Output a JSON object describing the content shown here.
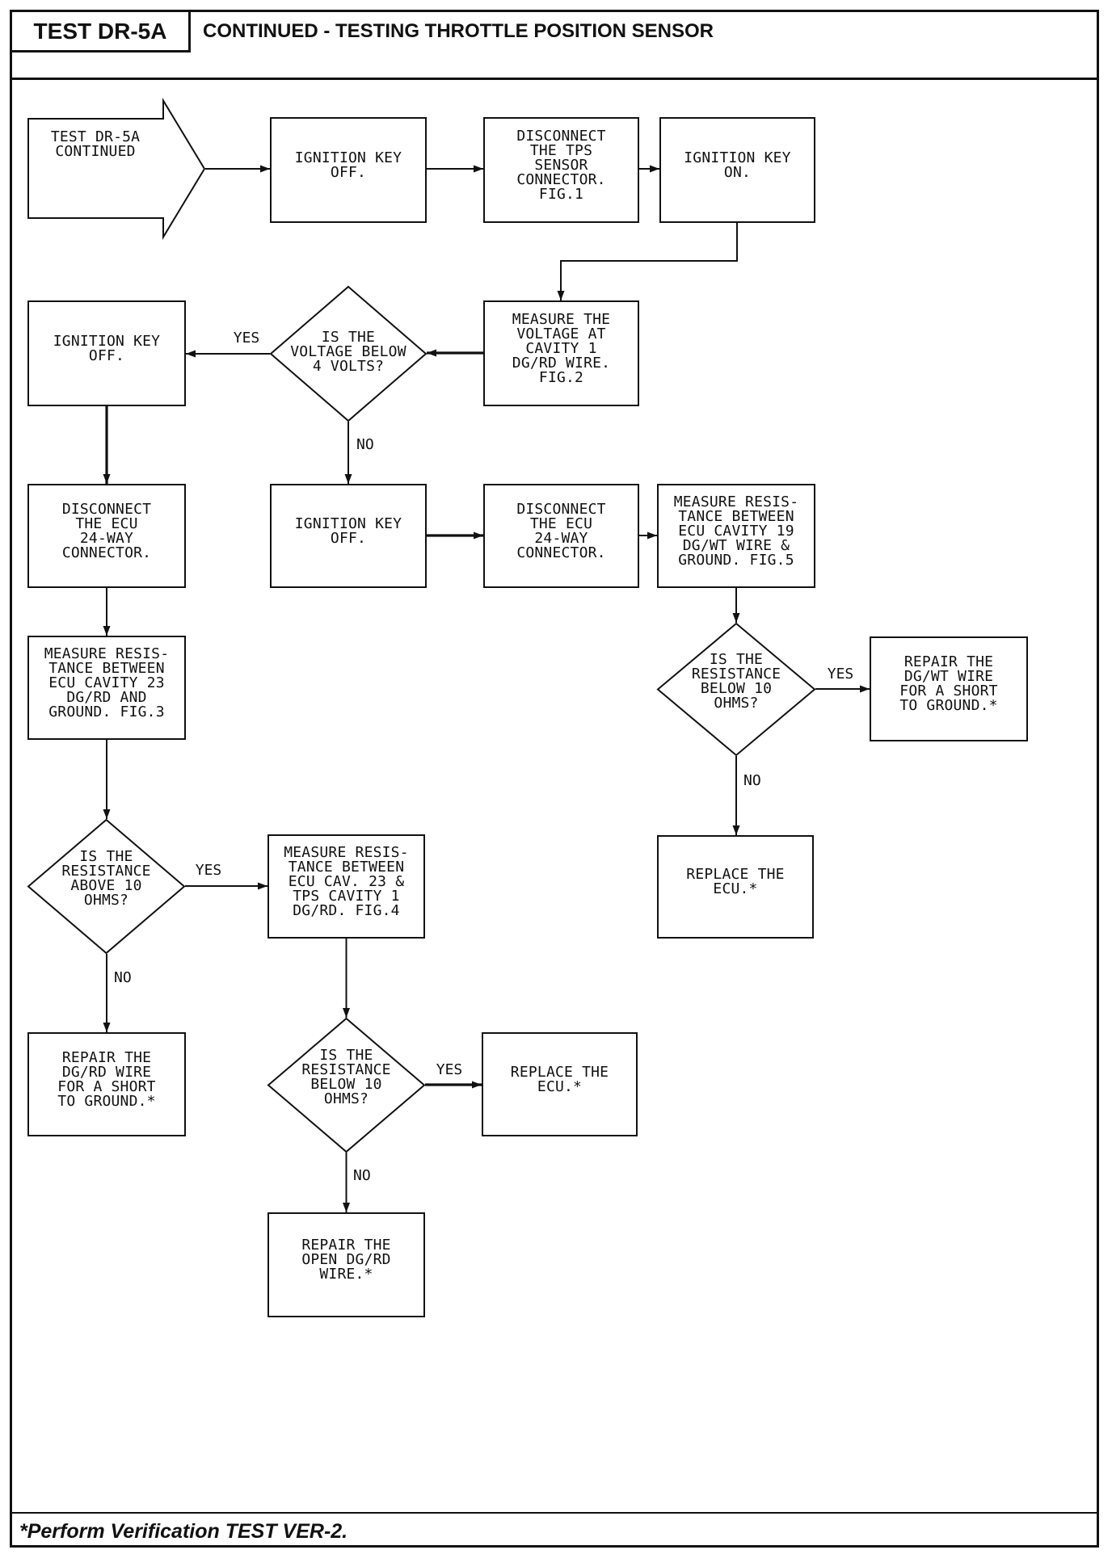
{
  "header": {
    "test_id": "TEST DR-5A",
    "title": "CONTINUED - TESTING THROTTLE POSITION SENSOR"
  },
  "flowchart": {
    "start": "TEST DR-5A\nCONTINUED",
    "ignition_off_1": "IGNITION KEY\nOFF.",
    "disconnect_tps": "DISCONNECT\nTHE TPS\nSENSOR\nCONNECTOR.\nFIG.1",
    "ignition_on": "IGNITION KEY\nON.",
    "measure_voltage_cavity_1": "MEASURE THE\nVOLTAGE AT\nCAVITY 1\nDG/RD WIRE.\nFIG.2",
    "decision_voltage": "IS THE\nVOLTAGE BELOW\n4 VOLTS?",
    "ignition_off_yes": "IGNITION KEY\nOFF.",
    "ignition_off_no": "IGNITION KEY\nOFF.",
    "disconnect_ecu_left": "DISCONNECT\nTHE ECU\n24-WAY\nCONNECTOR.",
    "disconnect_ecu_right": "DISCONNECT\nTHE ECU\n24-WAY\nCONNECTOR.",
    "measure_ecu_cavity_19": "MEASURE RESIS-\nTANCE BETWEEN\nECU CAVITY 19\nDG/WT WIRE &\nGROUND. FIG.5",
    "decision_cavity_19": "IS THE\nRESISTANCE\nBELOW 10\nOHMS?",
    "repair_dgwt_short": "REPAIR THE\nDG/WT WIRE\nFOR A SHORT\nTO GROUND.*",
    "replace_ecu_1": "REPLACE THE\nECU.*",
    "measure_ecu_cavity_23": "MEASURE RESIS-\nTANCE BETWEEN\nECU CAVITY 23\nDG/RD AND\nGROUND. FIG.3",
    "decision_cavity_23": "IS THE\nRESISTANCE\nABOVE 10\nOHMS?",
    "measure_cav_23_tps": "MEASURE RESIS-\nTANCE BETWEEN\nECU CAV. 23 &\nTPS CAVITY 1\nDG/RD. FIG.4",
    "repair_dgrd_short": "REPAIR THE\nDG/RD WIRE\nFOR A SHORT\nTO GROUND.*",
    "decision_cav_23_tps": "IS THE\nRESISTANCE\nBELOW 10\nOHMS?",
    "replace_ecu_2": "REPLACE THE\nECU.*",
    "repair_open_dgrd": "REPAIR THE\nOPEN DG/RD\nWIRE.*"
  },
  "branch_labels": {
    "yes": "YES",
    "no": "NO"
  },
  "footer": {
    "note": "*Perform Verification TEST VER-2."
  }
}
